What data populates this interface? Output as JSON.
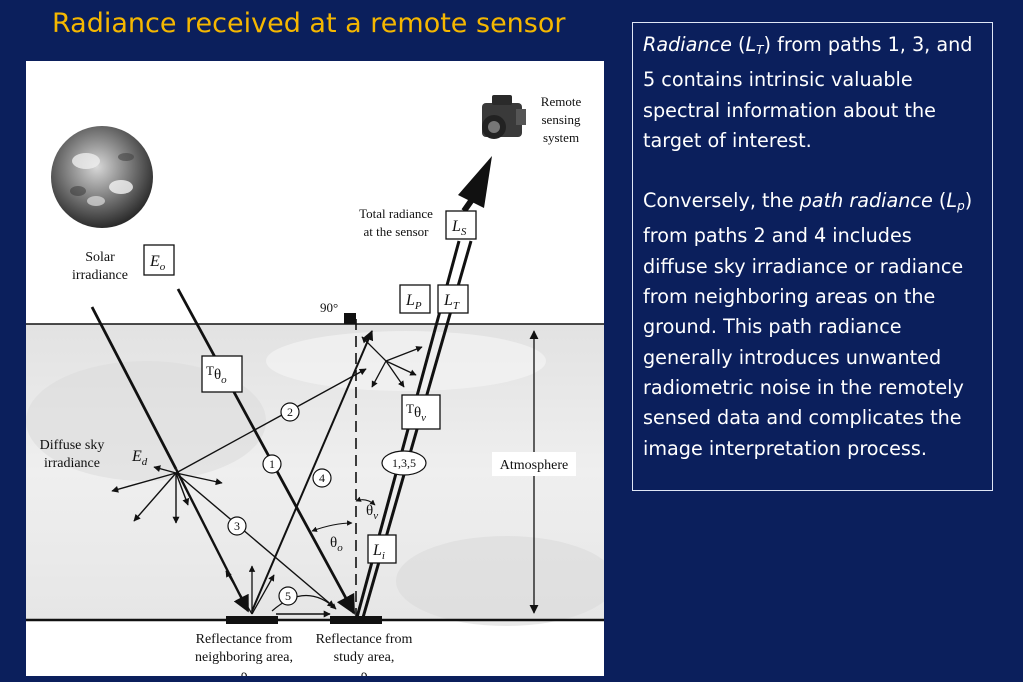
{
  "slide": {
    "title": "Radiance received at a remote sensor"
  },
  "figure": {
    "remote_sensing_system": [
      "Remote",
      "sensing",
      "system"
    ],
    "total_radiance_label": [
      "Total radiance",
      "at the sensor"
    ],
    "solar_irradiance_label": [
      "Solar",
      "irradiance"
    ],
    "diffuse_sky_label": [
      "Diffuse sky",
      "irradiance"
    ],
    "atmosphere_label": "Atmosphere",
    "right_angle_label": "90°",
    "reflectance_neighboring": [
      "Reflectance from",
      "neighboring area,",
      "ρ"
    ],
    "reflectance_study": [
      "Reflectance from",
      "study area,",
      "ρ"
    ],
    "path_numbers": [
      "1",
      "2",
      "3",
      "4",
      "5"
    ],
    "path_group": "1,3,5",
    "symbols": {
      "E_o": [
        "E",
        "o"
      ],
      "E_d": [
        "E",
        "d"
      ],
      "L_S": [
        "L",
        "S"
      ],
      "L_P": [
        "L",
        "P"
      ],
      "L_T": [
        "L",
        "T"
      ],
      "L_i": [
        "L",
        "i"
      ],
      "T_theta_o": [
        "T",
        "θ",
        "o"
      ],
      "T_theta_v": [
        "T",
        "θ",
        "v"
      ],
      "theta_v": [
        "θ",
        "v"
      ],
      "theta_o": [
        "θ",
        "o"
      ]
    }
  },
  "note": {
    "p1": {
      "radiance_word": "Radiance",
      "open": " (",
      "L": "L",
      "sub": "T",
      "rest": ") from paths 1, 3, and 5 contains intrinsic valuable spectral information about the target of interest."
    },
    "p2": {
      "lead": "Conversely, the ",
      "path_radiance": "path radiance",
      "open": " (",
      "L": "L",
      "sub": "p",
      "rest": ") from paths 2 and 4 includes diffuse sky irradiance or radiance from neighboring areas on the ground. This path radiance generally introduces unwanted radiometric noise in the remotely sensed data and complicates the image interpretation process."
    }
  }
}
